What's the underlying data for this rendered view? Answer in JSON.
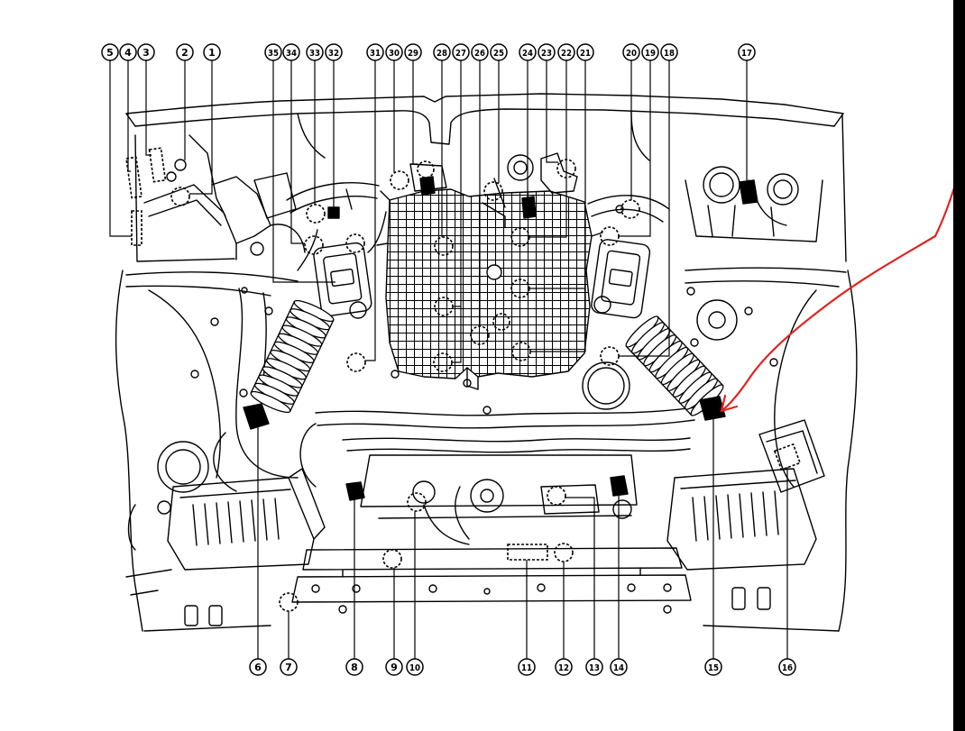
{
  "diagram": {
    "top_callouts": [
      "5",
      "4",
      "3",
      "2",
      "1",
      "35",
      "34",
      "33",
      "32",
      "31",
      "30",
      "29",
      "28",
      "27",
      "26",
      "25",
      "24",
      "23",
      "22",
      "21",
      "20",
      "19",
      "18",
      "17"
    ],
    "bottom_callouts": [
      "6",
      "7",
      "8",
      "9",
      "10",
      "11",
      "12",
      "13",
      "14",
      "15",
      "16"
    ]
  },
  "colors": {
    "line": "#000000",
    "background": "#ffffff",
    "annotation_arrow": "#e02420",
    "edge_bar": "#000000"
  }
}
